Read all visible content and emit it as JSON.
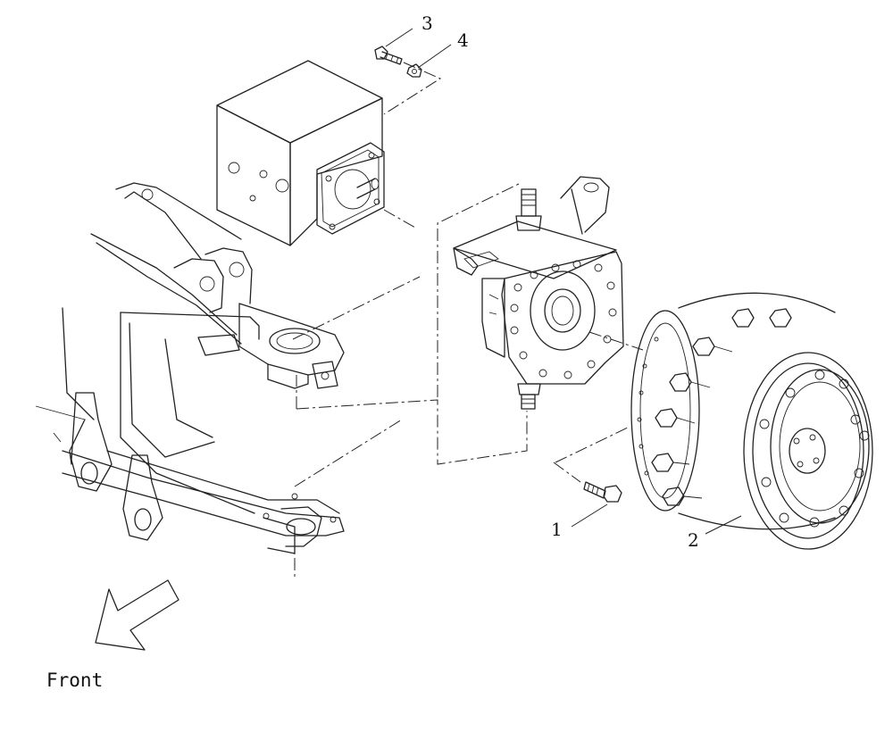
{
  "callouts": {
    "c1": "1",
    "c2": "2",
    "c3": "3",
    "c4": "4"
  },
  "direction": {
    "label": "Front",
    "icon": "arrow-down-left-icon"
  },
  "colors": {
    "ink": "#222222",
    "background": "#ffffff"
  }
}
